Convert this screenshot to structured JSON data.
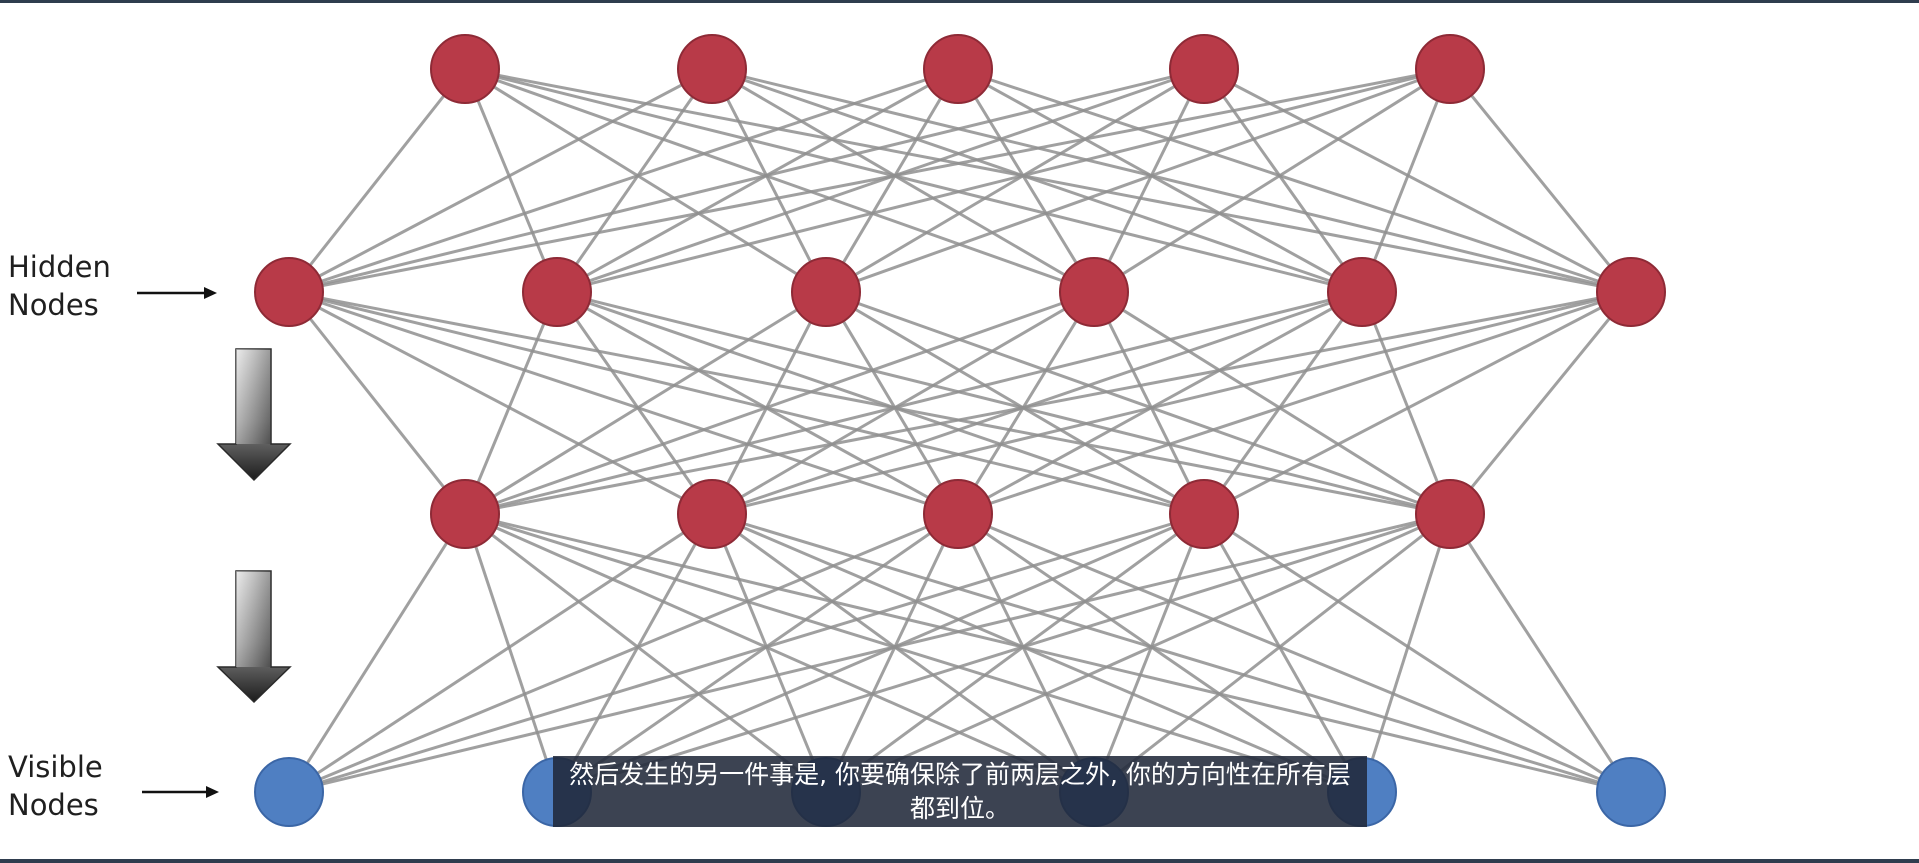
{
  "labels": {
    "hidden": "Hidden\nNodes",
    "visible": "Visible\nNodes"
  },
  "subtitle": "然后发生的另一件事是, 你要确保除了前两层之外, 你的方向性在所有层都到位。",
  "colors": {
    "hidden_node": "#b83a48",
    "visible_node": "#4f7fc2",
    "edge": "#8f8f8f",
    "frame": "#2f3d4e"
  },
  "layers": [
    {
      "name": "hidden-layer-1",
      "type": "hidden",
      "count": 5
    },
    {
      "name": "hidden-layer-2",
      "type": "hidden",
      "count": 6
    },
    {
      "name": "hidden-layer-3",
      "type": "hidden",
      "count": 5
    },
    {
      "name": "visible-layer",
      "type": "visible",
      "count": 6
    }
  ],
  "connections": "fully-connected-adjacent-layers",
  "icons": {
    "hidden_pointer": "arrow-right-icon",
    "visible_pointer": "arrow-right-icon",
    "direction_arrows": "down-arrow-gradient-icon"
  }
}
